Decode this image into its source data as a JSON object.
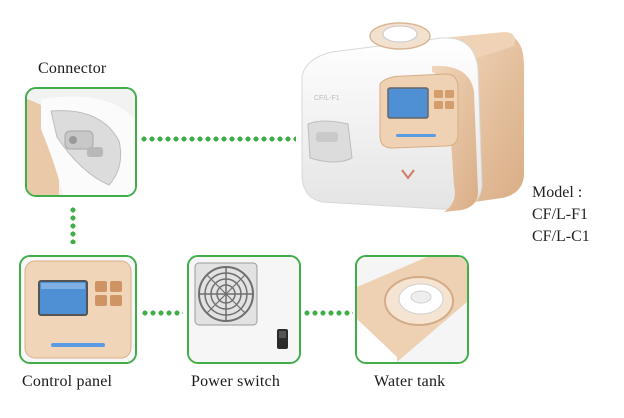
{
  "labels": {
    "connector": "Connector",
    "control_panel": "Control panel",
    "power_switch": "Power switch",
    "water_tank": "Water tank"
  },
  "model": {
    "heading": "Model :",
    "names": [
      "CF/L-F1",
      "CF/L-C1"
    ]
  },
  "device": {
    "front_text": "CF/L-F1"
  },
  "colors": {
    "accent_green": "#3fae49",
    "gold": "#e6c3a0",
    "screen_blue": "#4f8fd3",
    "white_body": "#f7f7f7"
  }
}
